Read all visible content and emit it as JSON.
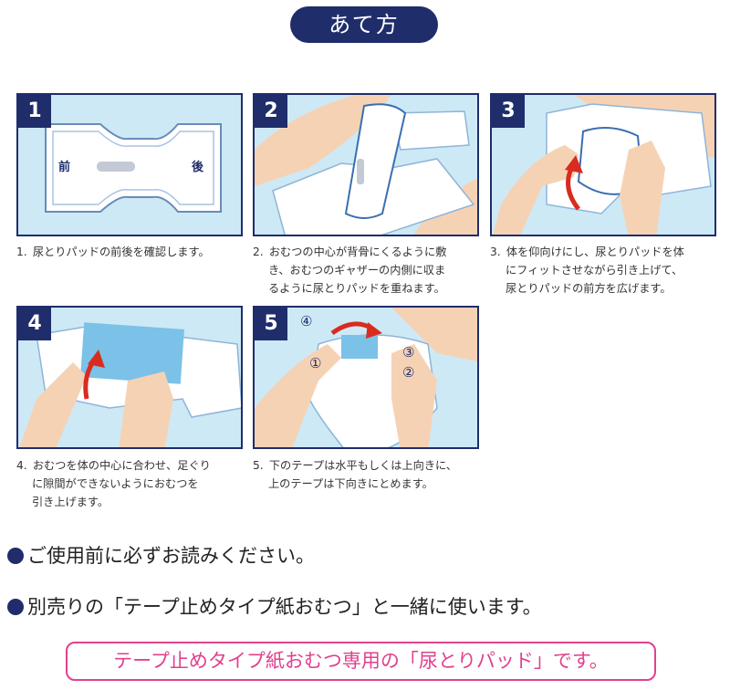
{
  "header": {
    "title": "あて方"
  },
  "steps": [
    {
      "number": "1",
      "label_front": "前",
      "label_back": "後",
      "lines": [
        "1.",
        "尿とりパッドの前後を確認します。"
      ]
    },
    {
      "number": "2",
      "lines": [
        "2.",
        "おむつの中心が背骨にくるように敷",
        "き、おむつのギャザーの内側に収ま",
        "るように尿とりパッドを重ねます。"
      ]
    },
    {
      "number": "3",
      "lines": [
        "3.",
        "体を仰向けにし、尿とりパッドを体",
        "にフィットさせながら引き上げて、",
        "尿とりパッドの前方を広げます。"
      ]
    },
    {
      "number": "4",
      "lines": [
        "4.",
        "おむつを体の中心に合わせ、足ぐり",
        "に隙間ができないようにおむつを",
        "引き上げます。"
      ]
    },
    {
      "number": "5",
      "tape_marks": [
        "④",
        "①",
        "③",
        "②"
      ],
      "lines": [
        "5.",
        "下のテープは水平もしくは上向きに、",
        "上のテープは下向きにとめます。"
      ]
    }
  ],
  "notices": [
    "ご使用前に必ずお読みください。",
    "別売りの「テープ止めタイプ紙おむつ」と一緒に使います。"
  ],
  "highlight": "テープ止めタイプ紙おむつ専用の「尿とりパッド」です。",
  "colors": {
    "navy": "#1f2d6b",
    "panel_bg": "#cde9f6",
    "pink": "#e0418e",
    "arrow_red": "#d92b1f",
    "skin": "#f6d2b4"
  }
}
